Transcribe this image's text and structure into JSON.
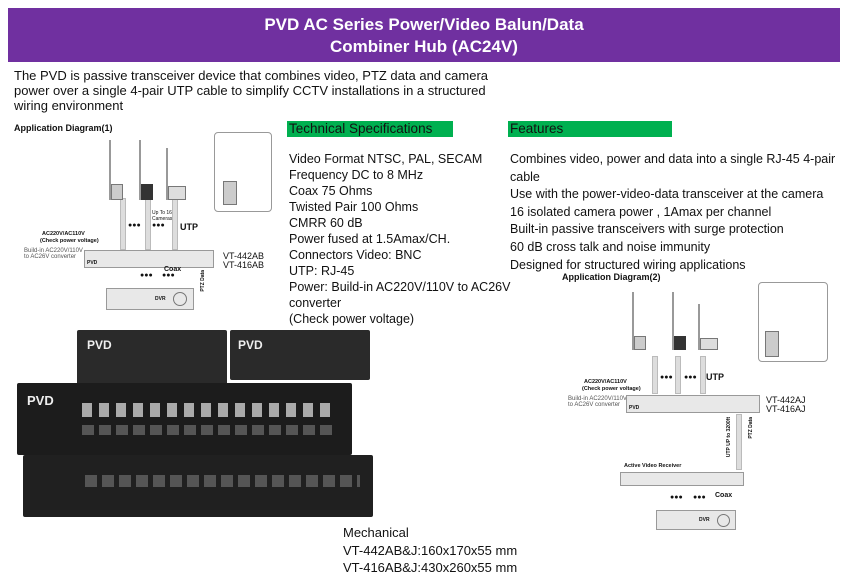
{
  "header": {
    "title_line1": "PVD AC Series Power/Video Balun/Data",
    "title_line2": "Combiner Hub (AC24V)"
  },
  "intro": "The PVD is passive transceiver device that combines video, PTZ data and camera power over a single 4-pair UTP cable to simplify CCTV installations in a structured wiring environment",
  "tech": {
    "heading": "Technical Specifications",
    "items": [
      "Video Format NTSC, PAL, SECAM",
      "Frequency DC to 8 MHz",
      "Coax 75 Ohms",
      "Twisted Pair 100 Ohms",
      "CMRR 60 dB",
      "Power fused at 1.5Amax/CH.",
      "Connectors Video: BNC",
      "UTP: RJ-45",
      "Power: Build-in AC220V/110V to AC26V converter",
      "(Check power voltage)"
    ]
  },
  "features": {
    "heading": "Features",
    "items": [
      "Combines video, power and data into a single RJ-45 4-pair cable",
      "Use with the power-video-data transceiver at the camera",
      "16 isolated camera power , 1Amax per channel",
      "Built-in passive transceivers with surge protection",
      "60 dB cross talk and noise immunity",
      "Designed for structured wiring applications"
    ]
  },
  "diagram1": {
    "title": "Application Diagram(1)",
    "ac": "AC220V/AC110V",
    "check": "(Check power voltage)",
    "converter1": "Build-in AC220V/110V",
    "converter2": "to AC26V converter",
    "upto": "Up To 16 Cameras",
    "utp": "UTP",
    "coax": "Coax",
    "ptz": "PTZ Data",
    "dvr": "DVR",
    "pvd": "PVD",
    "model1": "VT-442AB",
    "model2": "VT-416AB",
    "dots": "●●●"
  },
  "diagram2": {
    "title": "Application Diagram(2)",
    "ac": "AC220V/AC110V",
    "check": "(Check power voltage)",
    "converter1": "Build-in AC220V/110V",
    "converter2": "to AC26V converter",
    "utp": "UTP",
    "utp_up": "UTP UP to 3200ft",
    "coax": "Coax",
    "ptz": "PTZ Data",
    "dvr": "DVR",
    "pvd": "PVD",
    "receiver": "Active Video Receiver",
    "model1": "VT-442AJ",
    "model2": "VT-416AJ",
    "dots": "●●●"
  },
  "photo": {
    "brand": "PVD"
  },
  "mechanical": {
    "title": "Mechanical",
    "line1": "VT-442AB&J:160x170x55 mm",
    "line2": "VT-416AB&J:430x260x55 mm"
  }
}
